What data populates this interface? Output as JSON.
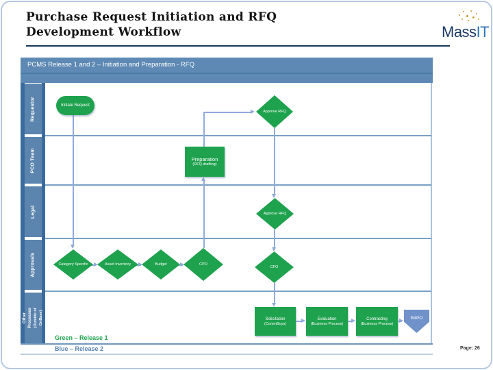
{
  "title": {
    "line1": "Purchase Request Initiation and RFQ",
    "line2": "Development Workflow"
  },
  "logo": {
    "text_primary": "Mass",
    "text_secondary": "IT",
    "color_primary": "#1d3a66",
    "color_secondary": "#2d74b5",
    "dots_color": "#c9992f"
  },
  "page_footer": "Page: 26",
  "diagram": {
    "header": "PCMS Release 1 and 2 – Initiation and Preparation - RFQ",
    "lanes": {
      "requestor": "Requestor",
      "pco_team": "PCO Team",
      "legal": "Legal",
      "approvals": "Approvals",
      "other_line1": "Other Processes",
      "other_line2": "(Outside of OnBase)"
    },
    "nodes": {
      "initiate_request": "Initiate Request",
      "approve_rfq_requestor": "Approve RFQ",
      "preparation": "Preparation",
      "preparation_sub": "(RFQ drafting)",
      "approve_rfq_legal": "Approve RFQ",
      "category_specific": "Category Specific",
      "asset_inventory": "Asset Inventory",
      "budget": "Budget",
      "cpo": "CPO",
      "cfo": "CFO",
      "solicitation": "Solicitation",
      "solicitation_sub": "(CommBuys)",
      "evaluation": "Evaluation",
      "evaluation_sub": "(Business Process)",
      "contracting": "Contracting",
      "contracting_sub": "(Business Process)",
      "r4po": "R4PO"
    },
    "legend": {
      "green": "Green – Release 1",
      "blue": "Blue – Release 2"
    },
    "colors": {
      "release1_green": "#1fa24e",
      "release2_blue": "#7091c9",
      "lane_blue": "#5b84ae",
      "header_blue": "#5d89b4",
      "connector_blue": "#8faadc",
      "dark_border": "#3a6b9e"
    }
  }
}
